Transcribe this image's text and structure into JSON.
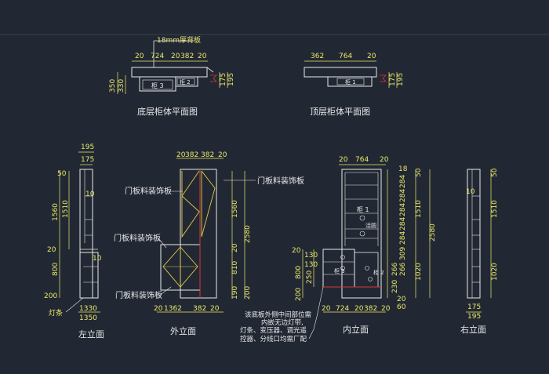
{
  "colors": {
    "background": "#222833",
    "line": "#e8e8e8",
    "dimension": "#e8e86a",
    "accent_red": "#d23a3a",
    "cyan": "#3ec6cf",
    "panel": "#e5c84a"
  },
  "plans": {
    "bottom": {
      "title": "底层柜体平面图",
      "back_panel": "18mm厚背板",
      "cab3": "柜 3",
      "cab2": "柜 2",
      "dims_top": [
        "20",
        "724",
        "20",
        "382",
        "20"
      ],
      "dims_left": [
        "350",
        "330"
      ],
      "dims_right": [
        "175",
        "195"
      ]
    },
    "top": {
      "title": "顶层柜体平面图",
      "cab1": "柜 1",
      "dims_top": [
        "362",
        "764",
        "20"
      ],
      "dims_right": [
        "175",
        "195"
      ]
    }
  },
  "left_elevation": {
    "title": "左立面",
    "dims_top": [
      "195",
      "175"
    ],
    "dims_left": [
      "50",
      "1560",
      "1510",
      "20",
      "800",
      "200"
    ],
    "inner": [
      "10",
      "10"
    ],
    "dims_bottom": [
      "1330",
      "1350"
    ],
    "light_strip": "灯条"
  },
  "outer_elevation": {
    "title": "外立面",
    "dims_top": [
      "20",
      "382",
      "382",
      "20"
    ],
    "dims_bottom": [
      "20",
      "1362",
      "382",
      "20"
    ],
    "dims_right": [
      "1560",
      "20",
      "810",
      "190",
      "2580",
      "200"
    ],
    "door_label_1": "门板料装饰板",
    "door_label_2": "门板料装饰板",
    "door_label_3": "门板料装饰板",
    "door_label_4": "门板料装饰板"
  },
  "inner_elevation": {
    "title": "内立面",
    "dims_top": [
      "20",
      "764",
      "20"
    ],
    "dims_right_col": [
      "18",
      "284",
      "284",
      "284",
      "284",
      "284",
      "309",
      "266",
      "266",
      "230",
      "20",
      "60"
    ],
    "dims_far_right": [
      "50",
      "1510",
      "1020"
    ],
    "dims_left": [
      "20",
      "130",
      "130",
      "250",
      "800",
      "200"
    ],
    "dim_total": "2580",
    "cab1": "柜 1",
    "cab2": "柜 2",
    "cab3": "柜 3",
    "rod": "活圆",
    "dims_bottom": [
      "20",
      "724",
      "20",
      "382",
      "20"
    ],
    "note": [
      "该底板外侧中间部位需",
      "内嵌无边灯带,",
      "灯条、变压器、调光遥",
      "控器、分线口均需厂配"
    ]
  },
  "right_elevation": {
    "title": "右立面",
    "dims_right": [
      "50",
      "1510",
      "1020"
    ],
    "inner": "10",
    "dims_bottom": [
      "175",
      "195"
    ]
  }
}
